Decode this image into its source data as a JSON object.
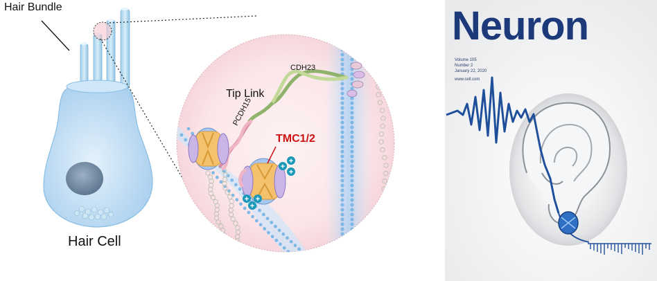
{
  "diagram": {
    "hair_bundle_label": "Hair Bundle",
    "hair_cell_label": "Hair Cell",
    "tip_link_label": "Tip Link",
    "cdh23_label": "CDH23",
    "pcdh15_label": "PCDH15",
    "tmc_label": "TMC1/2",
    "tmc_color": "#cc1111",
    "ion_symbol": "+",
    "ion_color": "#1a98b8"
  },
  "cover": {
    "journal_title": "Neuron",
    "volume": "Volume 105",
    "number": "Number 2",
    "date": "January 22, 2020",
    "url": "www.cell.com",
    "title_color": "#1c3a7a"
  }
}
